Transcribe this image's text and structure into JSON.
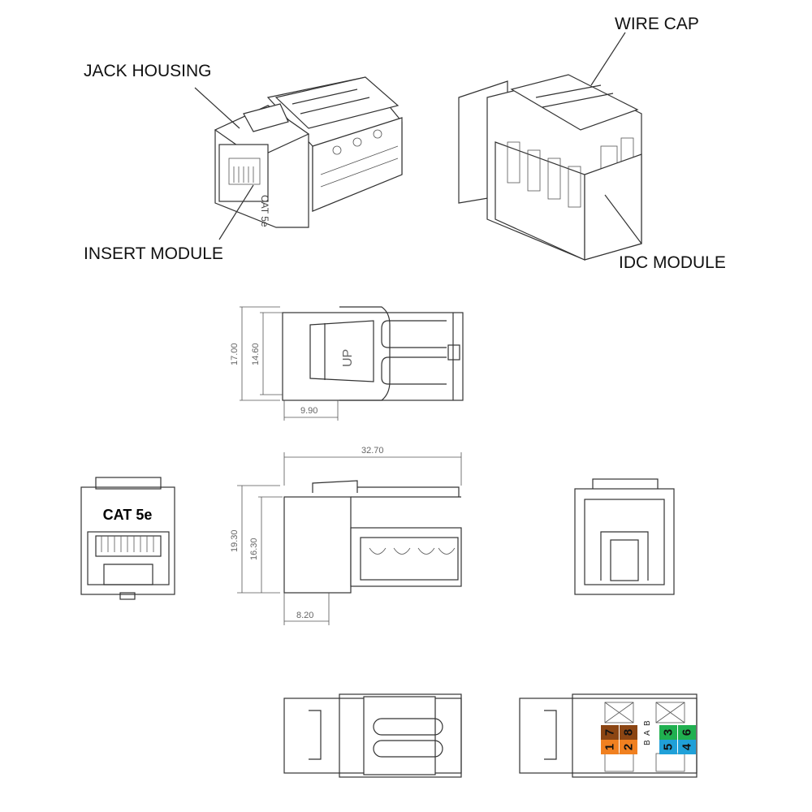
{
  "callouts": {
    "jack_housing": "JACK HOUSING",
    "insert_module": "INSERT MODULE",
    "wire_cap": "WIRE CAP",
    "idc_module": "IDC MODULE"
  },
  "dimensions": {
    "top_height_outer": "17.00",
    "top_height_inner": "14.60",
    "top_front_depth": "9.90",
    "side_length": "32.70",
    "side_height_outer": "19.30",
    "side_height_inner": "16.30",
    "side_front_depth": "8.20"
  },
  "markings": {
    "up": "UP",
    "front_label": "CAT 5e",
    "housing_label": "CAT 5e"
  },
  "wiring": {
    "pins": [
      {
        "label": "7",
        "color": "#8B4513"
      },
      {
        "label": "1",
        "color": "#f08020"
      },
      {
        "label": "8",
        "color": "#8B4513"
      },
      {
        "label": "2",
        "color": "#f08020"
      },
      {
        "label": "3",
        "color": "#20b050"
      },
      {
        "label": "5",
        "color": "#20a0d8"
      },
      {
        "label": "6",
        "color": "#20b050"
      },
      {
        "label": "4",
        "color": "#20a0d8"
      }
    ],
    "standard_labels": [
      "B",
      "A",
      "B"
    ]
  }
}
